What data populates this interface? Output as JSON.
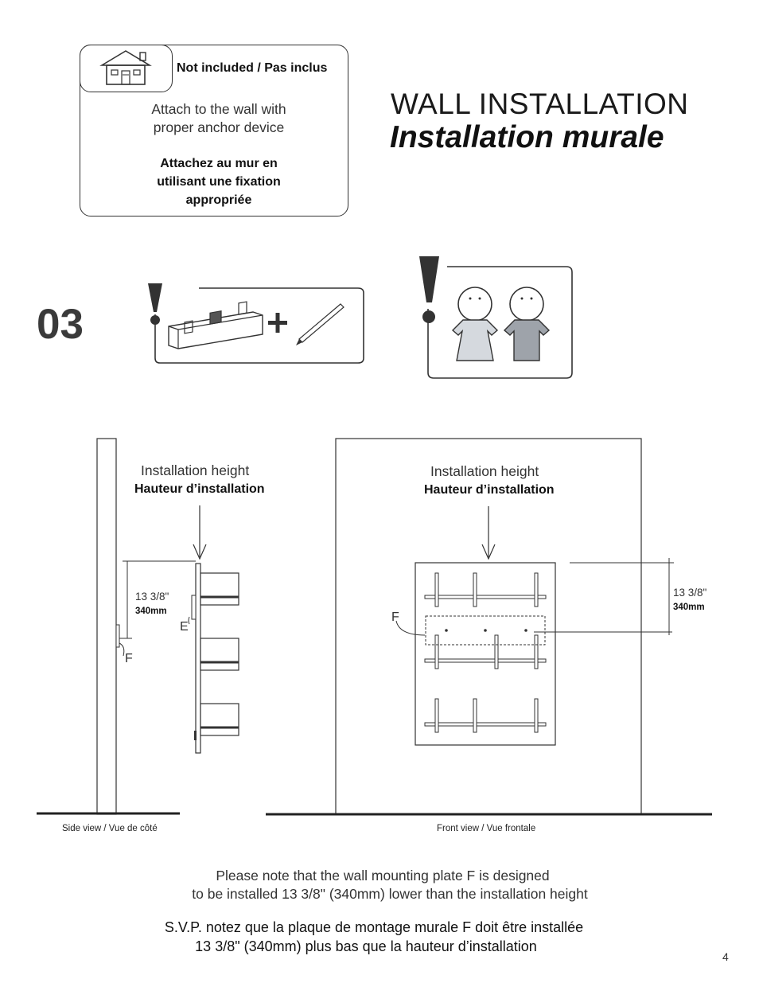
{
  "not_included": {
    "label": "Not included  /  Pas inclus",
    "text_en": "Attach to the wall with proper anchor device",
    "text_fr": "Attachez au mur en utilisant une fixation appropriée",
    "icon": "house-icon"
  },
  "title": {
    "en": "WALL INSTALLATION",
    "fr": "Installation murale"
  },
  "step": {
    "number": "03",
    "tools_icons": [
      "exclamation-icon",
      "level-icon",
      "plus-icon",
      "pencil-icon"
    ],
    "people_icons": [
      "exclamation-icon",
      "two-people-icon"
    ]
  },
  "side_view": {
    "height_en": "Installation height",
    "height_fr": "Hauteur d’installation",
    "dim_imperial": "13 3/8\"",
    "dim_metric": "340mm",
    "label_e": "E",
    "label_f": "F",
    "caption": "Side view  /  Vue de côté"
  },
  "front_view": {
    "height_en": "Installation height",
    "height_fr": "Hauteur d’installation",
    "dim_imperial": "13 3/8\"",
    "dim_metric": "340mm",
    "label_f": "F",
    "caption": "Front view  /  Vue frontale"
  },
  "note": {
    "en_line1": "Please note that the wall mounting plate F is designed",
    "en_line2": "to be installed 13 3/8\" (340mm) lower than the installation height",
    "fr_line1": "S.V.P. notez que la plaque de montage murale  F  doit être installée",
    "fr_line2": "13 3/8\" (340mm) plus bas que la hauteur d’installation"
  },
  "page_number": "4"
}
